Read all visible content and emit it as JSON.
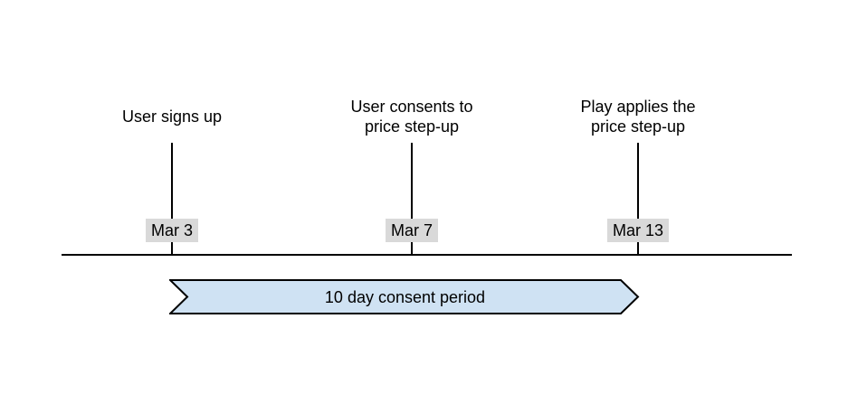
{
  "events": [
    {
      "label": "User signs up",
      "date": "Mar 3"
    },
    {
      "label": "User consents to\nprice step-up",
      "date": "Mar 7"
    },
    {
      "label": "Play applies the\nprice step-up",
      "date": "Mar 13"
    }
  ],
  "banner": {
    "label": "10 day consent period"
  },
  "colors": {
    "banner_fill": "#cfe2f3",
    "banner_stroke": "#000000",
    "date_chip_bg": "#d9d9d9",
    "line": "#000000",
    "text": "#000000"
  }
}
